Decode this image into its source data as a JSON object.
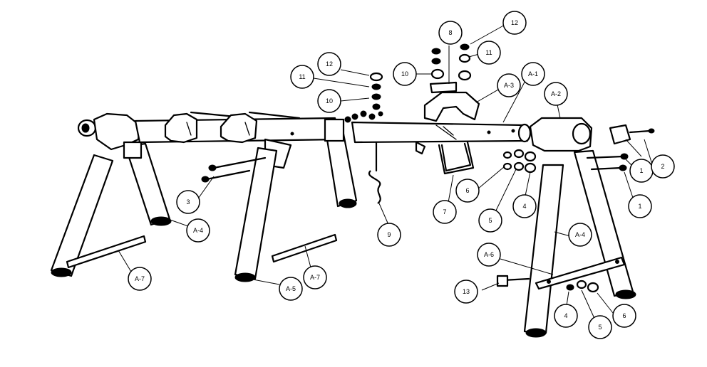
{
  "callouts": {
    "c12a": "12",
    "c8": "8",
    "c11a": "11",
    "c10a": "10",
    "c12b": "12",
    "c11b": "11",
    "c10b": "10",
    "cA1": "A-1",
    "cA3": "A-3",
    "cA2": "A-2",
    "c1a": "1",
    "c2": "2",
    "c1b": "1",
    "c6a": "6",
    "c4a": "4",
    "c5a": "5",
    "c7": "7",
    "c3": "3",
    "cA4a": "A-4",
    "c9": "9",
    "cA7a": "A-7",
    "cA5": "A-5",
    "cA7b": "A-7",
    "cA4b": "A-4",
    "cA6": "A-6",
    "c13": "13",
    "c4b": "4",
    "c5b": "5",
    "c6b": "6"
  }
}
